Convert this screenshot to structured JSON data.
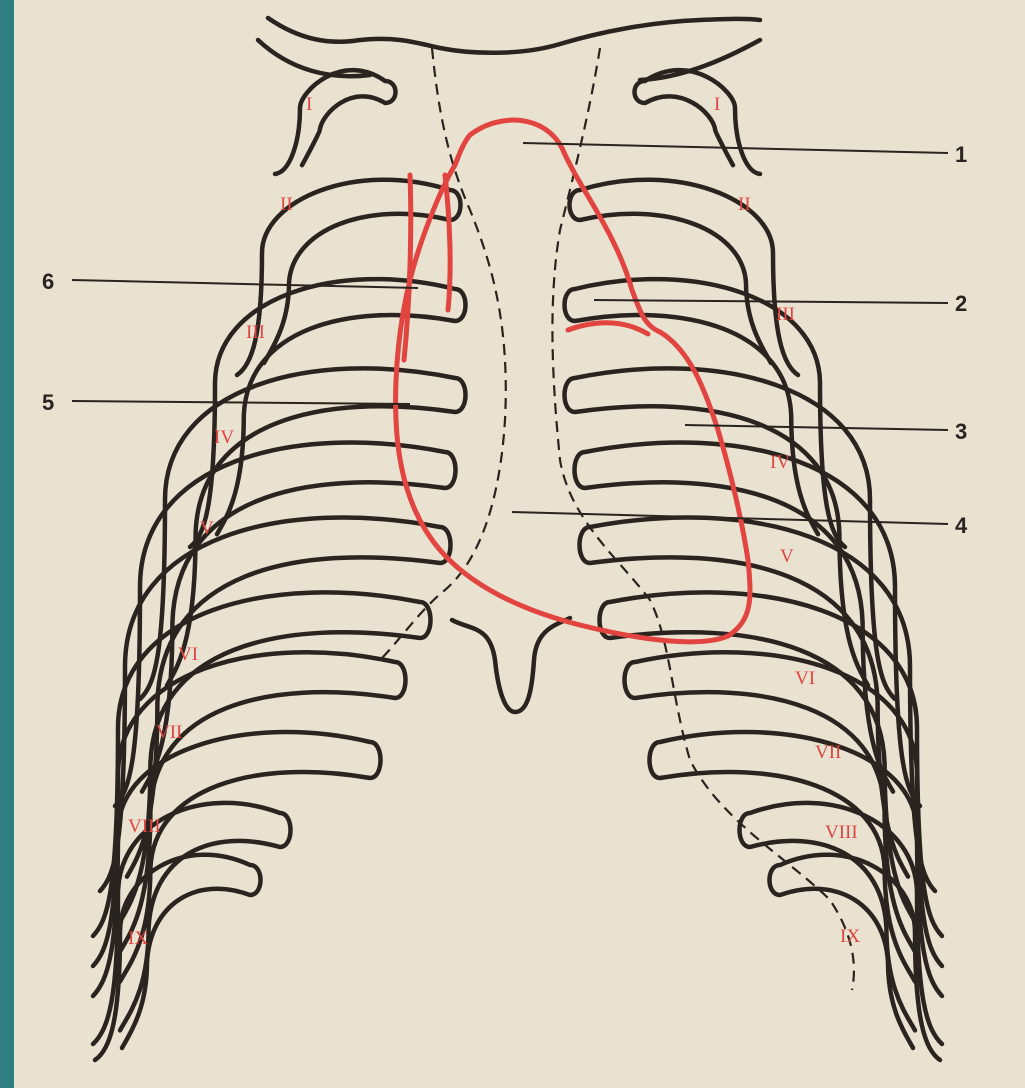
{
  "labels": {
    "l1": "1",
    "l2": "2",
    "l3": "3",
    "l4": "4",
    "l5": "5",
    "l6": "6"
  },
  "ribs_right": [
    "I",
    "II",
    "III",
    "IV",
    "V",
    "VI",
    "VII",
    "VIII",
    "IX"
  ],
  "ribs_left": [
    "I",
    "II",
    "III",
    "IV",
    "V",
    "VI",
    "VII",
    "VIII",
    "IX"
  ],
  "colors": {
    "background": "#2f7f80",
    "paper": "#e9e2d0",
    "ink": "#2a2420",
    "heart_outline": "#e2443f"
  }
}
